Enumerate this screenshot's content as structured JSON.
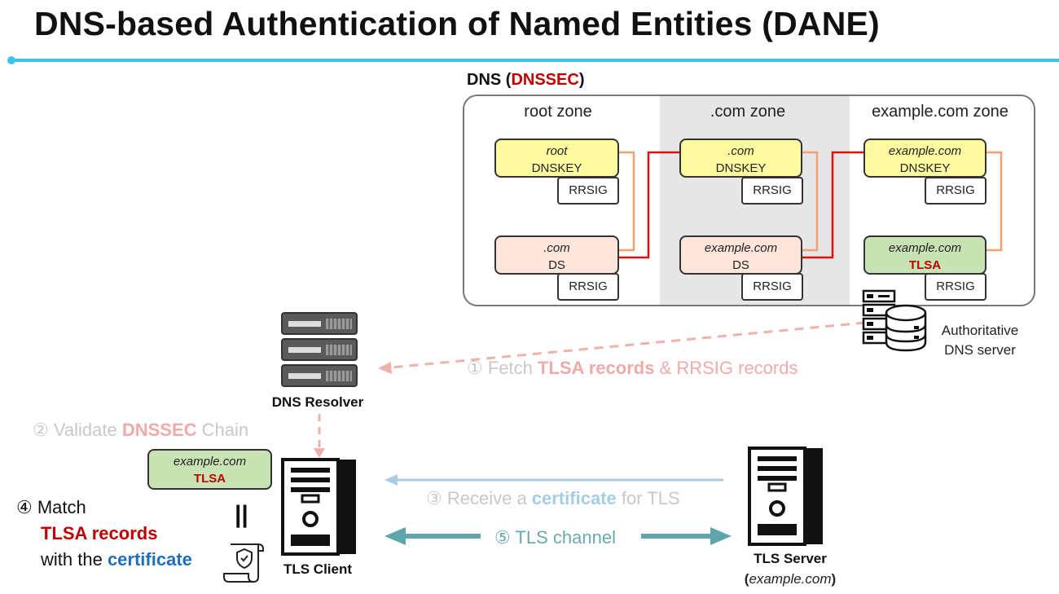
{
  "title": "DNS-based Authentication of Named Entities (DANE)",
  "dns_label": {
    "prefix": "DNS (",
    "highlight": "DNSSEC",
    "suffix": ")"
  },
  "zones": [
    {
      "title": "root zone",
      "key": {
        "name": "root",
        "type": "DNSKEY"
      },
      "key_sig": "RRSIG",
      "record": {
        "name": ".com",
        "type": "DS"
      },
      "record_sig": "RRSIG"
    },
    {
      "title": ".com zone",
      "key": {
        "name": ".com",
        "type": "DNSKEY"
      },
      "key_sig": "RRSIG",
      "record": {
        "name": "example.com",
        "type": "DS"
      },
      "record_sig": "RRSIG"
    },
    {
      "title": "example.com zone",
      "key": {
        "name": "example.com",
        "type": "DNSKEY"
      },
      "key_sig": "RRSIG",
      "record": {
        "name": "example.com",
        "type": "TLSA"
      },
      "record_sig": "RRSIG"
    }
  ],
  "auth_server": {
    "line1": "Authoritative",
    "line2": "DNS server"
  },
  "resolver": {
    "label": "DNS Resolver"
  },
  "step1": {
    "num": "①",
    "text_a": " Fetch ",
    "hl": "TLSA records",
    "text_b": " & RRSIG records"
  },
  "step2": {
    "num": "②",
    "text_a": " Validate ",
    "hl": "DNSSEC",
    "text_b": " Chain"
  },
  "client_tlsa": {
    "name": "example.com",
    "type": "TLSA"
  },
  "equals": "||",
  "step4": {
    "num": "④",
    "text_a": " Match",
    "hl_red": "TLSA records",
    "text_b": "with the ",
    "hl_blue": "certificate"
  },
  "client": {
    "label": "TLS Client"
  },
  "step3": {
    "num": "③",
    "text_a": " Receive a ",
    "hl": "certificate",
    "text_b": " for TLS"
  },
  "step5": {
    "num": "⑤",
    "text": " TLS channel"
  },
  "server": {
    "label": "TLS Server",
    "sub_open": "(",
    "sub_it": "example.com",
    "sub_close": ")"
  },
  "colors": {
    "accent": "#3cc3ef",
    "red": "#c00000",
    "orange_link": "#f4a071",
    "teal": "#5fa5ac"
  }
}
